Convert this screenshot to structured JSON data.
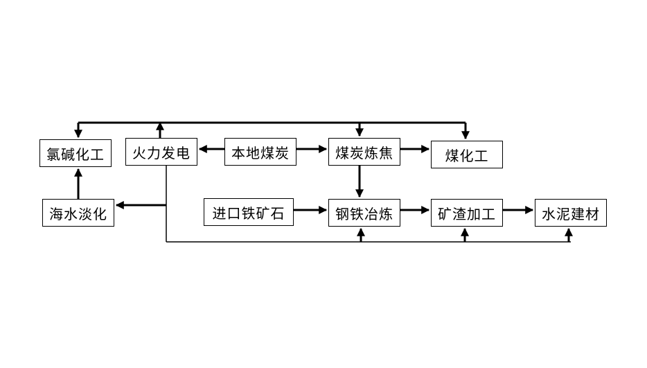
{
  "nodes": {
    "chlor_alkali": "氯碱化工",
    "thermal_power": "火力发电",
    "local_coal": "本地煤炭",
    "coal_coking": "煤炭炼焦",
    "coal_chemical": "煤化工",
    "desalination": "海水淡化",
    "imported_iron_ore": "进口铁矿石",
    "steel_smelting": "钢铁冶炼",
    "slag_processing": "矿渣加工",
    "cement_building": "水泥建材"
  }
}
